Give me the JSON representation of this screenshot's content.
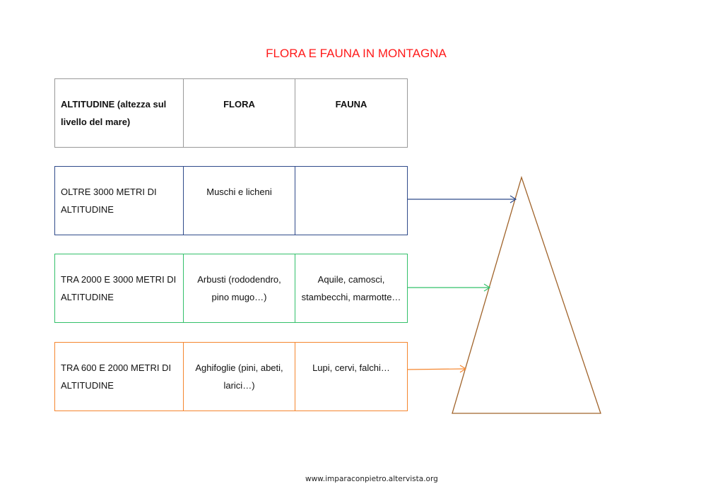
{
  "title": "FLORA E FAUNA IN MONTAGNA",
  "header": {
    "altitude": "ALTITUDINE (altezza sul livello del mare)",
    "flora": "FLORA",
    "fauna": "FAUNA"
  },
  "rows": [
    {
      "altitude": "OLTRE 3000 METRI DI ALTITUDINE",
      "flora": "Muschi e licheni",
      "fauna": "",
      "color": "#2f4a8a"
    },
    {
      "altitude": "TRA 2000 E 3000 METRI DI ALTITUDINE",
      "flora": "Arbusti (rododendro, pino mugo…)",
      "fauna": "Aquile, camosci, stambecchi, marmotte…",
      "color": "#33c06a"
    },
    {
      "altitude": "TRA 600 E 2000 METRI DI ALTITUDINE",
      "flora": "Aghifoglie (pini, abeti, larici…)",
      "fauna": "Lupi, cervi, falchi…",
      "color": "#f5862e"
    }
  ],
  "footer": "www.imparaconpietro.altervista.org",
  "colors": {
    "title": "#ff1a1a",
    "mountain": "#a0632a"
  }
}
